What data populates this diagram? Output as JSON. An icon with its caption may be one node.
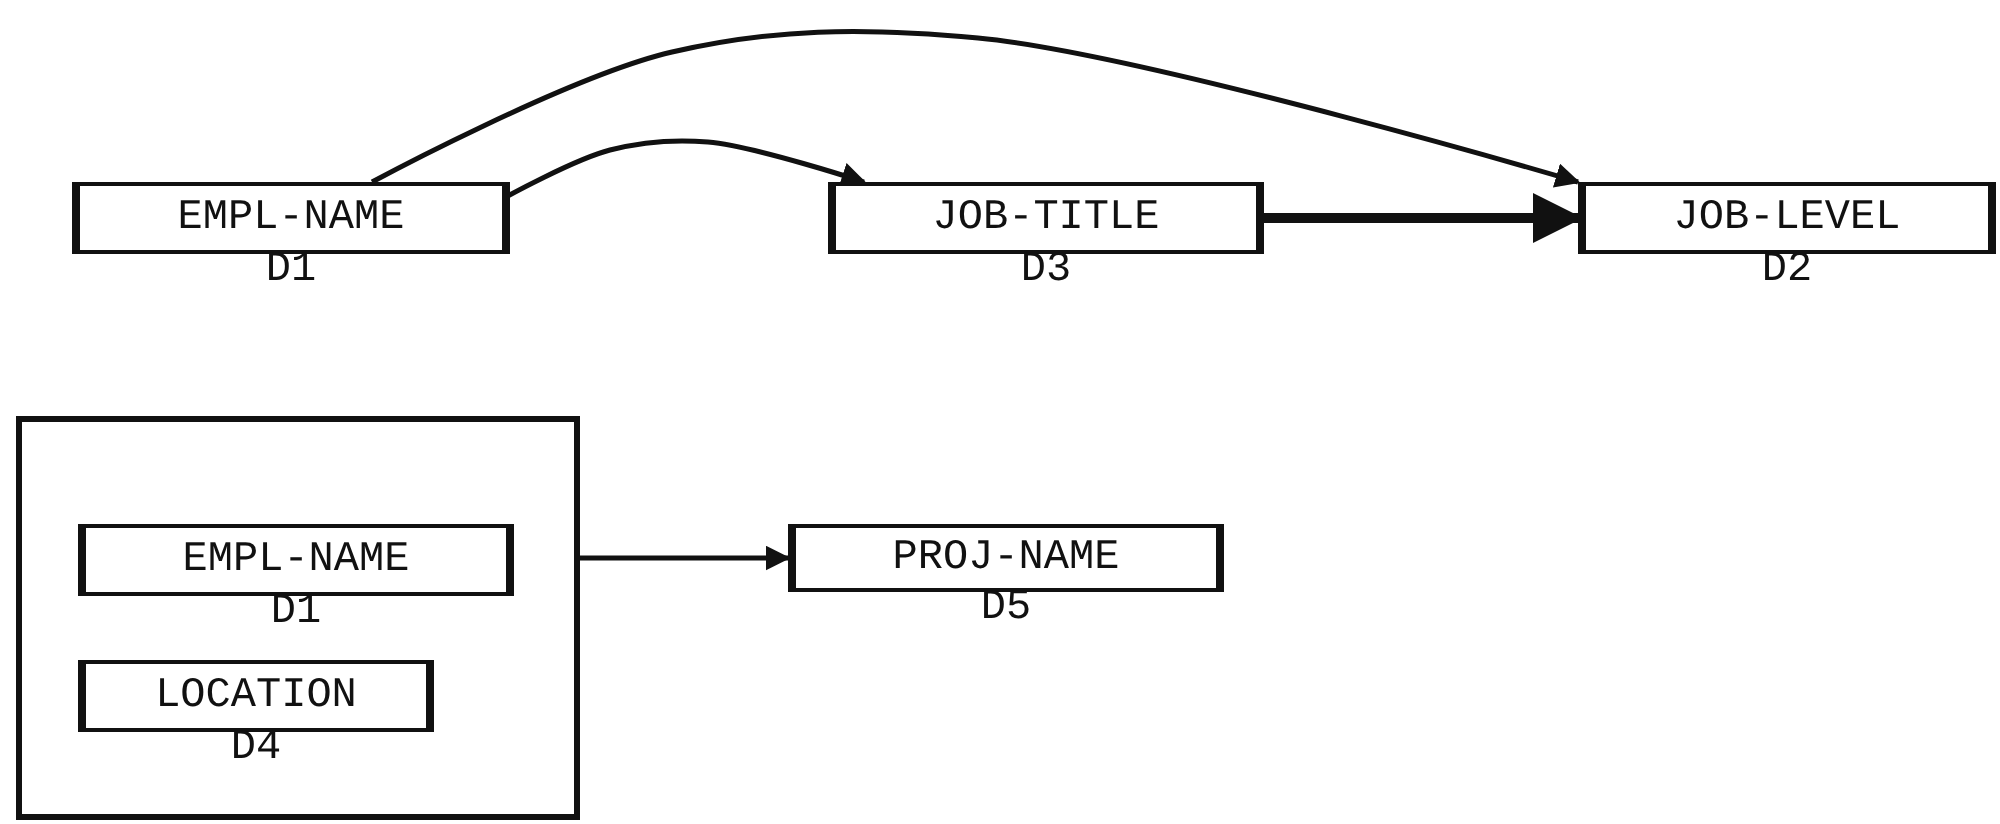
{
  "diagram": {
    "nodes": [
      {
        "text": [
          "EMPL-NAME"
        ],
        "beside": [
          "D1"
        ]
      },
      {
        "text": [
          "JOB-TITLE"
        ],
        "beside": [
          "D3"
        ]
      },
      {
        "text": [
          "JOB-LEVEL"
        ],
        "beside": [
          "D2"
        ]
      },
      {
        "text": [],
        "shape": "box"
      },
      {
        "text": [
          "EMPL-NAME"
        ],
        "beside": [
          "D1"
        ],
        "in": 3
      },
      {
        "text": [
          "LOCATION"
        ],
        "beside": [
          "D4"
        ],
        "in": 3
      },
      {
        "text": [
          "PROJ-NAME"
        ],
        "beside": [
          "D5"
        ]
      }
    ],
    "edges": [
      {
        "from": 0,
        "to": 1,
        "arrow": "to"
      },
      {
        "from": 0,
        "to": 2,
        "arrow": "to"
      },
      {
        "from": 1,
        "to": 2,
        "arrow": "to",
        "style": "thick"
      },
      {
        "from": 3,
        "to": 6,
        "arrow": "to"
      }
    ]
  }
}
